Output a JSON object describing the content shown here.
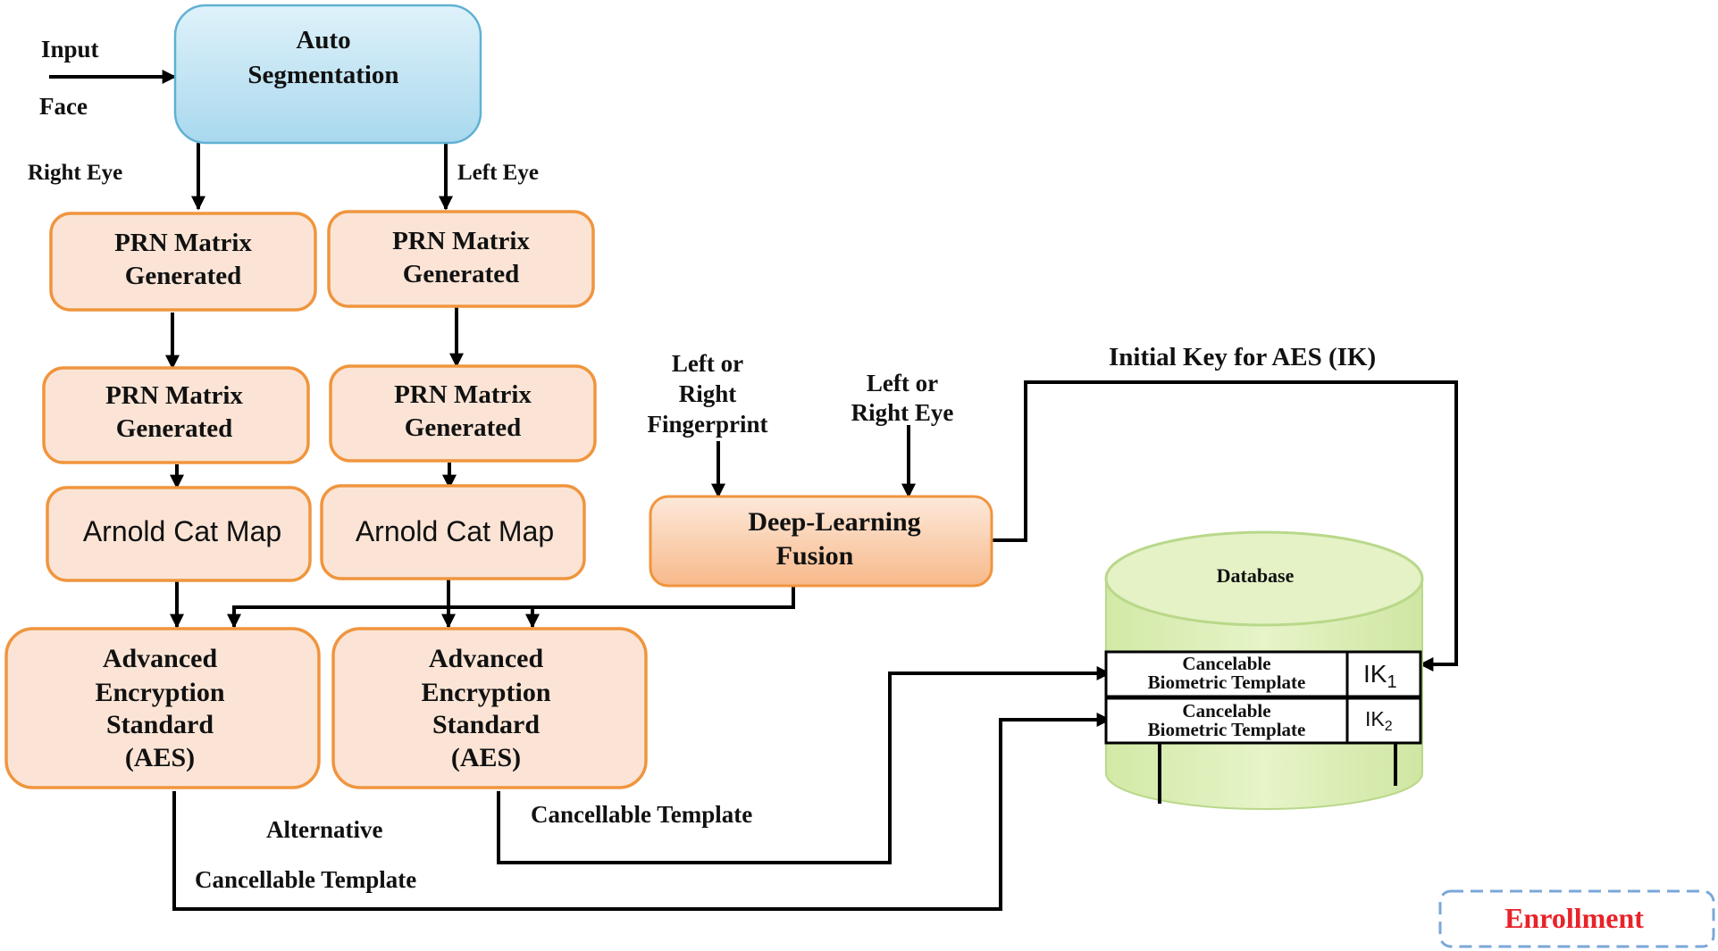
{
  "input": {
    "line1": "Input",
    "line2": "Face"
  },
  "auto_segmentation": {
    "line1": "Auto",
    "line2": "Segmentation"
  },
  "eye_labels": {
    "right": "Right Eye",
    "left": "Left Eye"
  },
  "prn_box": {
    "line1": "PRN Matrix",
    "line2": "Generated"
  },
  "arnold": "Arnold Cat Map",
  "aes_box": {
    "line1": "Advanced",
    "line2": "Encryption",
    "line3": "Standard",
    "line4": "(AES)"
  },
  "fingerprint_label": {
    "line1": "Left or",
    "line2": "Right",
    "line3": "Fingerprint"
  },
  "eye_input_label": {
    "line1": "Left or",
    "line2": "Right Eye"
  },
  "fusion": {
    "line1": "Deep-Learning",
    "line2": "Fusion"
  },
  "initial_key_label": "Initial Key for AES (IK)",
  "database": {
    "title": "Database",
    "rows": [
      {
        "line1": "Cancelable",
        "line2": "Biometric Template",
        "key_base": "IK",
        "key_sub": "1"
      },
      {
        "line1": "Cancelable",
        "line2": "Biometric Template",
        "key_base": "IK",
        "key_sub": "2"
      }
    ]
  },
  "cancellable_template_label": "Cancellable Template",
  "alternative_label": "Alternative",
  "alt_cancellable_template_label": "Cancellable Template",
  "enrollment": "Enrollment",
  "colors": {
    "orange_border": "#f0953e",
    "orange_fill": "#fbe4d5",
    "blue_fill": "#bfe3f2",
    "db_green": "#d9edb0",
    "enrollment_red": "#e8232a",
    "enrollment_border": "#7ba7d8"
  }
}
